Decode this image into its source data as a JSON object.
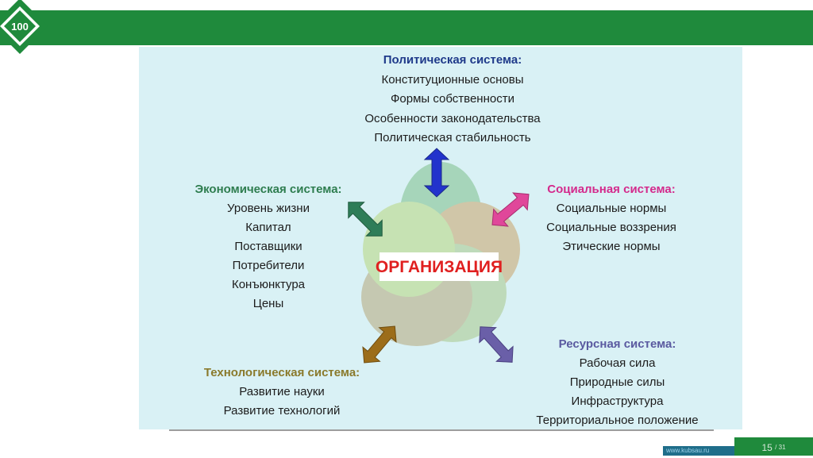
{
  "logo": {
    "text": "100"
  },
  "center_label": "ОРГАНИЗАЦИЯ",
  "systems": {
    "political": {
      "title": "Политическая система:",
      "items": [
        "Конституционные основы",
        "Формы собственности",
        "Особенности законодательства",
        "Политическая стабильность"
      ],
      "title_color": "#1f3a8a",
      "arrow_color": "#2233cc"
    },
    "economic": {
      "title": "Экономическая система:",
      "items": [
        "Уровень жизни",
        "Капитал",
        "Поставщики",
        "Потребители",
        "Конъюнктура",
        "Цены"
      ],
      "title_color": "#2e7d4f",
      "arrow_color": "#2e7d58"
    },
    "social": {
      "title": "Социальная система:",
      "items": [
        "Социальные нормы",
        "Социальные воззрения",
        "Этические нормы"
      ],
      "title_color": "#d42a8c",
      "arrow_color": "#e0479a"
    },
    "resource": {
      "title": "Ресурсная система:",
      "items": [
        "Рабочая сила",
        "Природные силы",
        "Инфраструктура",
        "Территориальное положение"
      ],
      "title_color": "#5a5aa0",
      "arrow_color": "#6a5fa8"
    },
    "technological": {
      "title": "Технологическая система:",
      "items": [
        "Развитие науки",
        "Развитие технологий"
      ],
      "title_color": "#8a7a2c",
      "arrow_color": "#9c6d1a"
    }
  },
  "footer": {
    "url": "www.kubsau.ru",
    "page_current": "15",
    "page_total": "31"
  }
}
